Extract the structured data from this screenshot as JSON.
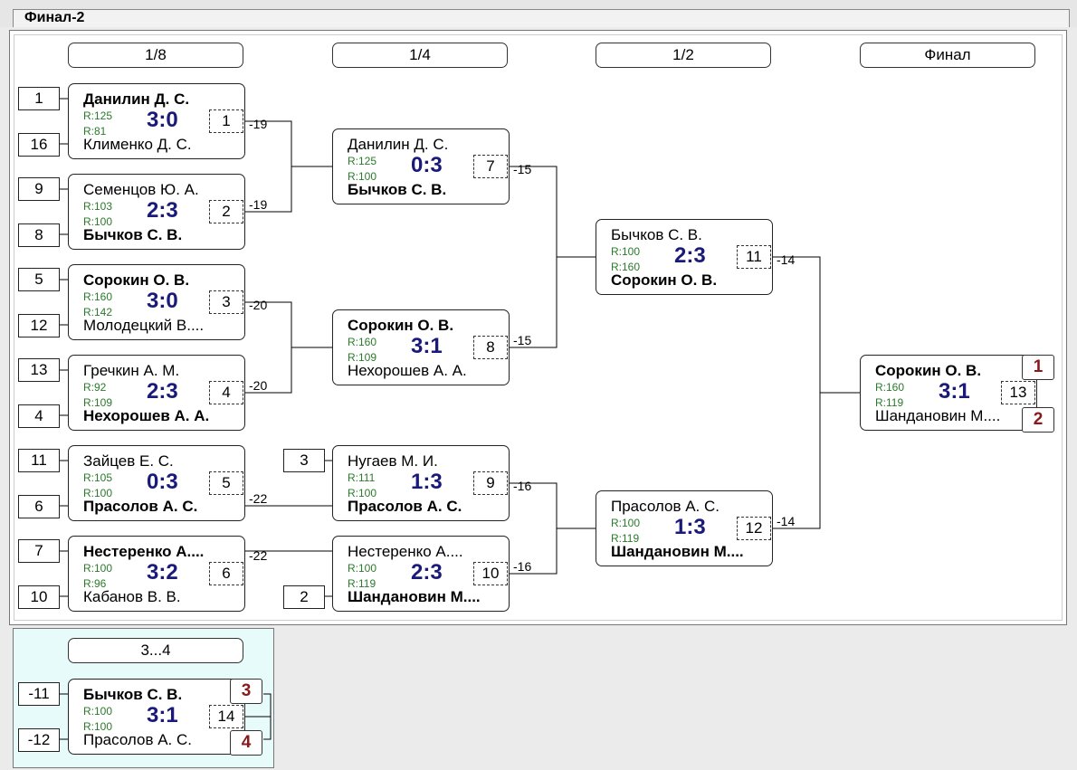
{
  "title": "Финал-2",
  "rounds": [
    "1/8",
    "1/4",
    "1/2",
    "Финал"
  ],
  "third_place_header": "3...4",
  "seeds": [
    "1",
    "16",
    "9",
    "8",
    "5",
    "12",
    "13",
    "4",
    "11",
    "6",
    "7",
    "10",
    "3",
    "2",
    "-11",
    "-12"
  ],
  "matches": [
    {
      "p1": "Данилин Д. С.",
      "r1": "R:125",
      "p2": "Клименко Д. С.",
      "r2": "R:81",
      "score": "3:0",
      "num": "1"
    },
    {
      "p1": "Семенцов Ю. А.",
      "r1": "R:103",
      "p2": "Бычков С. В.",
      "r2": "R:100",
      "score": "2:3",
      "num": "2"
    },
    {
      "p1": "Сорокин О. В.",
      "r1": "R:160",
      "p2": "Молодецкий В....",
      "r2": "R:142",
      "score": "3:0",
      "num": "3"
    },
    {
      "p1": "Гречкин А. М.",
      "r1": "R:92",
      "p2": "Нехорошев А. А.",
      "r2": "R:109",
      "score": "2:3",
      "num": "4"
    },
    {
      "p1": "Зайцев Е. С.",
      "r1": "R:105",
      "p2": "Прасолов А. С.",
      "r2": "R:100",
      "score": "0:3",
      "num": "5"
    },
    {
      "p1": "Нестеренко А....",
      "r1": "R:100",
      "p2": "Кабанов В. В.",
      "r2": "R:96",
      "score": "3:2",
      "num": "6"
    },
    {
      "p1": "Данилин Д. С.",
      "r1": "R:125",
      "p2": "Бычков С. В.",
      "r2": "R:100",
      "score": "0:3",
      "num": "7"
    },
    {
      "p1": "Сорокин О. В.",
      "r1": "R:160",
      "p2": "Нехорошев А. А.",
      "r2": "R:109",
      "score": "3:1",
      "num": "8"
    },
    {
      "p1": "Нугаев М. И.",
      "r1": "R:111",
      "p2": "Прасолов А. С.",
      "r2": "R:100",
      "score": "1:3",
      "num": "9"
    },
    {
      "p1": "Нестеренко А....",
      "r1": "R:100",
      "p2": "Шандановин М....",
      "r2": "R:119",
      "score": "2:3",
      "num": "10"
    },
    {
      "p1": "Бычков С. В.",
      "r1": "R:100",
      "p2": "Сорокин О. В.",
      "r2": "R:160",
      "score": "2:3",
      "num": "11"
    },
    {
      "p1": "Прасолов А. С.",
      "r1": "R:100",
      "p2": "Шандановин М....",
      "r2": "R:119",
      "score": "1:3",
      "num": "12"
    },
    {
      "p1": "Сорокин О. В.",
      "r1": "R:160",
      "p2": "Шандановин М....",
      "r2": "R:119",
      "score": "3:1",
      "num": "13"
    },
    {
      "p1": "Бычков С. В.",
      "r1": "R:100",
      "p2": "Прасолов А. С.",
      "r2": "R:100",
      "score": "3:1",
      "num": "14"
    }
  ],
  "loser_labels": [
    "-19",
    "-19",
    "-20",
    "-20",
    "-22",
    "-22",
    "-15",
    "-15",
    "-16",
    "-16",
    "-14",
    "-14"
  ],
  "places": [
    "1",
    "2",
    "3",
    "4"
  ]
}
